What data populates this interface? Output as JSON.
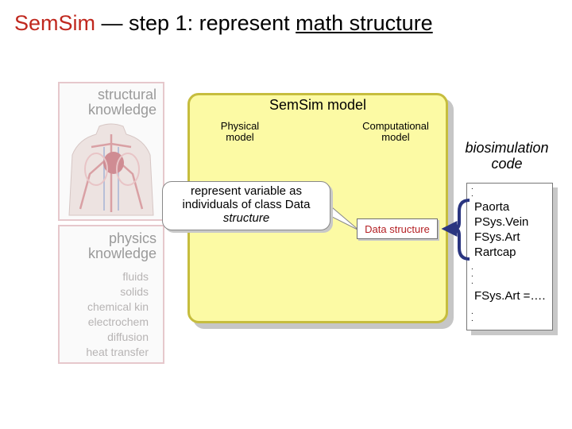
{
  "slide": {
    "title_part1": "SemSim",
    "title_dash": " — step 1: represent ",
    "title_underlined": "math structure"
  },
  "structural_panel": {
    "heading_line1": "structural",
    "heading_line2": "knowledge"
  },
  "physics_panel": {
    "heading_line1": "physics",
    "heading_line2": "knowledge",
    "items": [
      "fluids",
      "solids",
      "chemical kin",
      "electrochem",
      "diffusion",
      "heat transfer"
    ]
  },
  "model": {
    "title": "SemSim model",
    "physical_line1": "Physical",
    "physical_line2": "model",
    "computational_line1": "Computational",
    "computational_line2": "model",
    "data_structure_label": "Data structure"
  },
  "callout": {
    "line1": "represent variable as",
    "line2": "individuals of class Data",
    "line3": "structure"
  },
  "code": {
    "title_line1": "biosimulation",
    "title_line2": "code",
    "lines": [
      "Paorta",
      "PSys.Vein",
      "FSys.Art",
      "Rartcap",
      "FSys.Art =…."
    ]
  },
  "colors": {
    "title_red": "#c0281e",
    "model_fill": "#fcfaa4",
    "model_border": "#c6bd3e",
    "brace_blue": "#2a3580",
    "data_structure_text": "#b42024"
  },
  "icons": {
    "anatomy": "human-torso-anatomy-image"
  }
}
